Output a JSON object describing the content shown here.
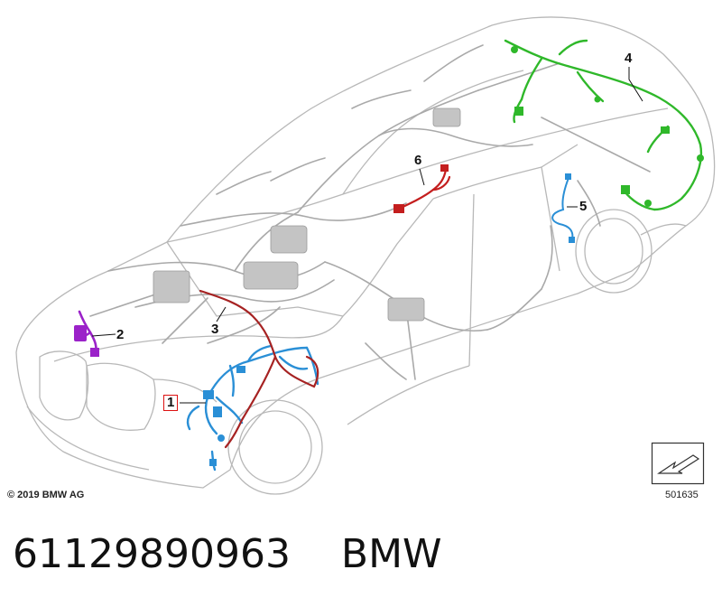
{
  "callouts": [
    {
      "id": "1",
      "boxed": true
    },
    {
      "id": "2",
      "boxed": false
    },
    {
      "id": "3",
      "boxed": false
    },
    {
      "id": "4",
      "boxed": false
    },
    {
      "id": "5",
      "boxed": false
    },
    {
      "id": "6",
      "boxed": false
    }
  ],
  "copyright": "© 2019 BMW AG",
  "ref_number": "501635",
  "caption": {
    "part_number": "61129890963",
    "brand": "BMW"
  },
  "colors": {
    "outline": "#b8b8b8",
    "harness_grey": "#a9a9a9",
    "harness_1": "#2a8fd6",
    "harness_2": "#9b22c9",
    "harness_3": "#a62222",
    "harness_4": "#2fb82a",
    "harness_5": "#2a8fd6",
    "harness_6": "#c41e1e",
    "highlight_box": "#dd1111"
  },
  "icons": {
    "view_direction": "view-arrow-icon"
  }
}
